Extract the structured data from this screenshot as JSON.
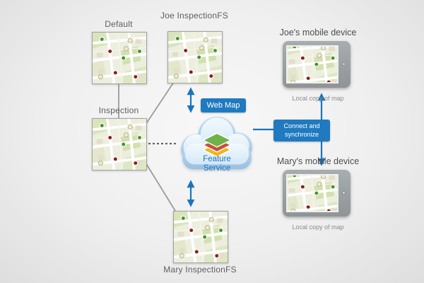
{
  "diagram": {
    "nodes": {
      "default_label": "Default",
      "joe_fs_label": "Joe InspectionFS",
      "inspection_label": "Inspection",
      "mary_fs_label": "Mary InspectionFS"
    },
    "cloud": {
      "web_map_label": "Web Map",
      "feature_service_label": "Feature Service"
    },
    "sync": {
      "connect_label": "Connect and synchronize"
    },
    "devices": {
      "joe_title": "Joe's mobile device",
      "mary_title": "Mary's mobile device",
      "local_copy_caption": "Local copy of map"
    },
    "colors": {
      "arrow_blue": "#1b75bc",
      "badge_blue": "#1f7ac0",
      "connector_gray": "#9b9b9b",
      "cloud_blue": "#aecfe9",
      "dot_green": "#4a9130",
      "dot_red": "#8c1d1d",
      "dot_pale": "#f1eecb"
    }
  }
}
